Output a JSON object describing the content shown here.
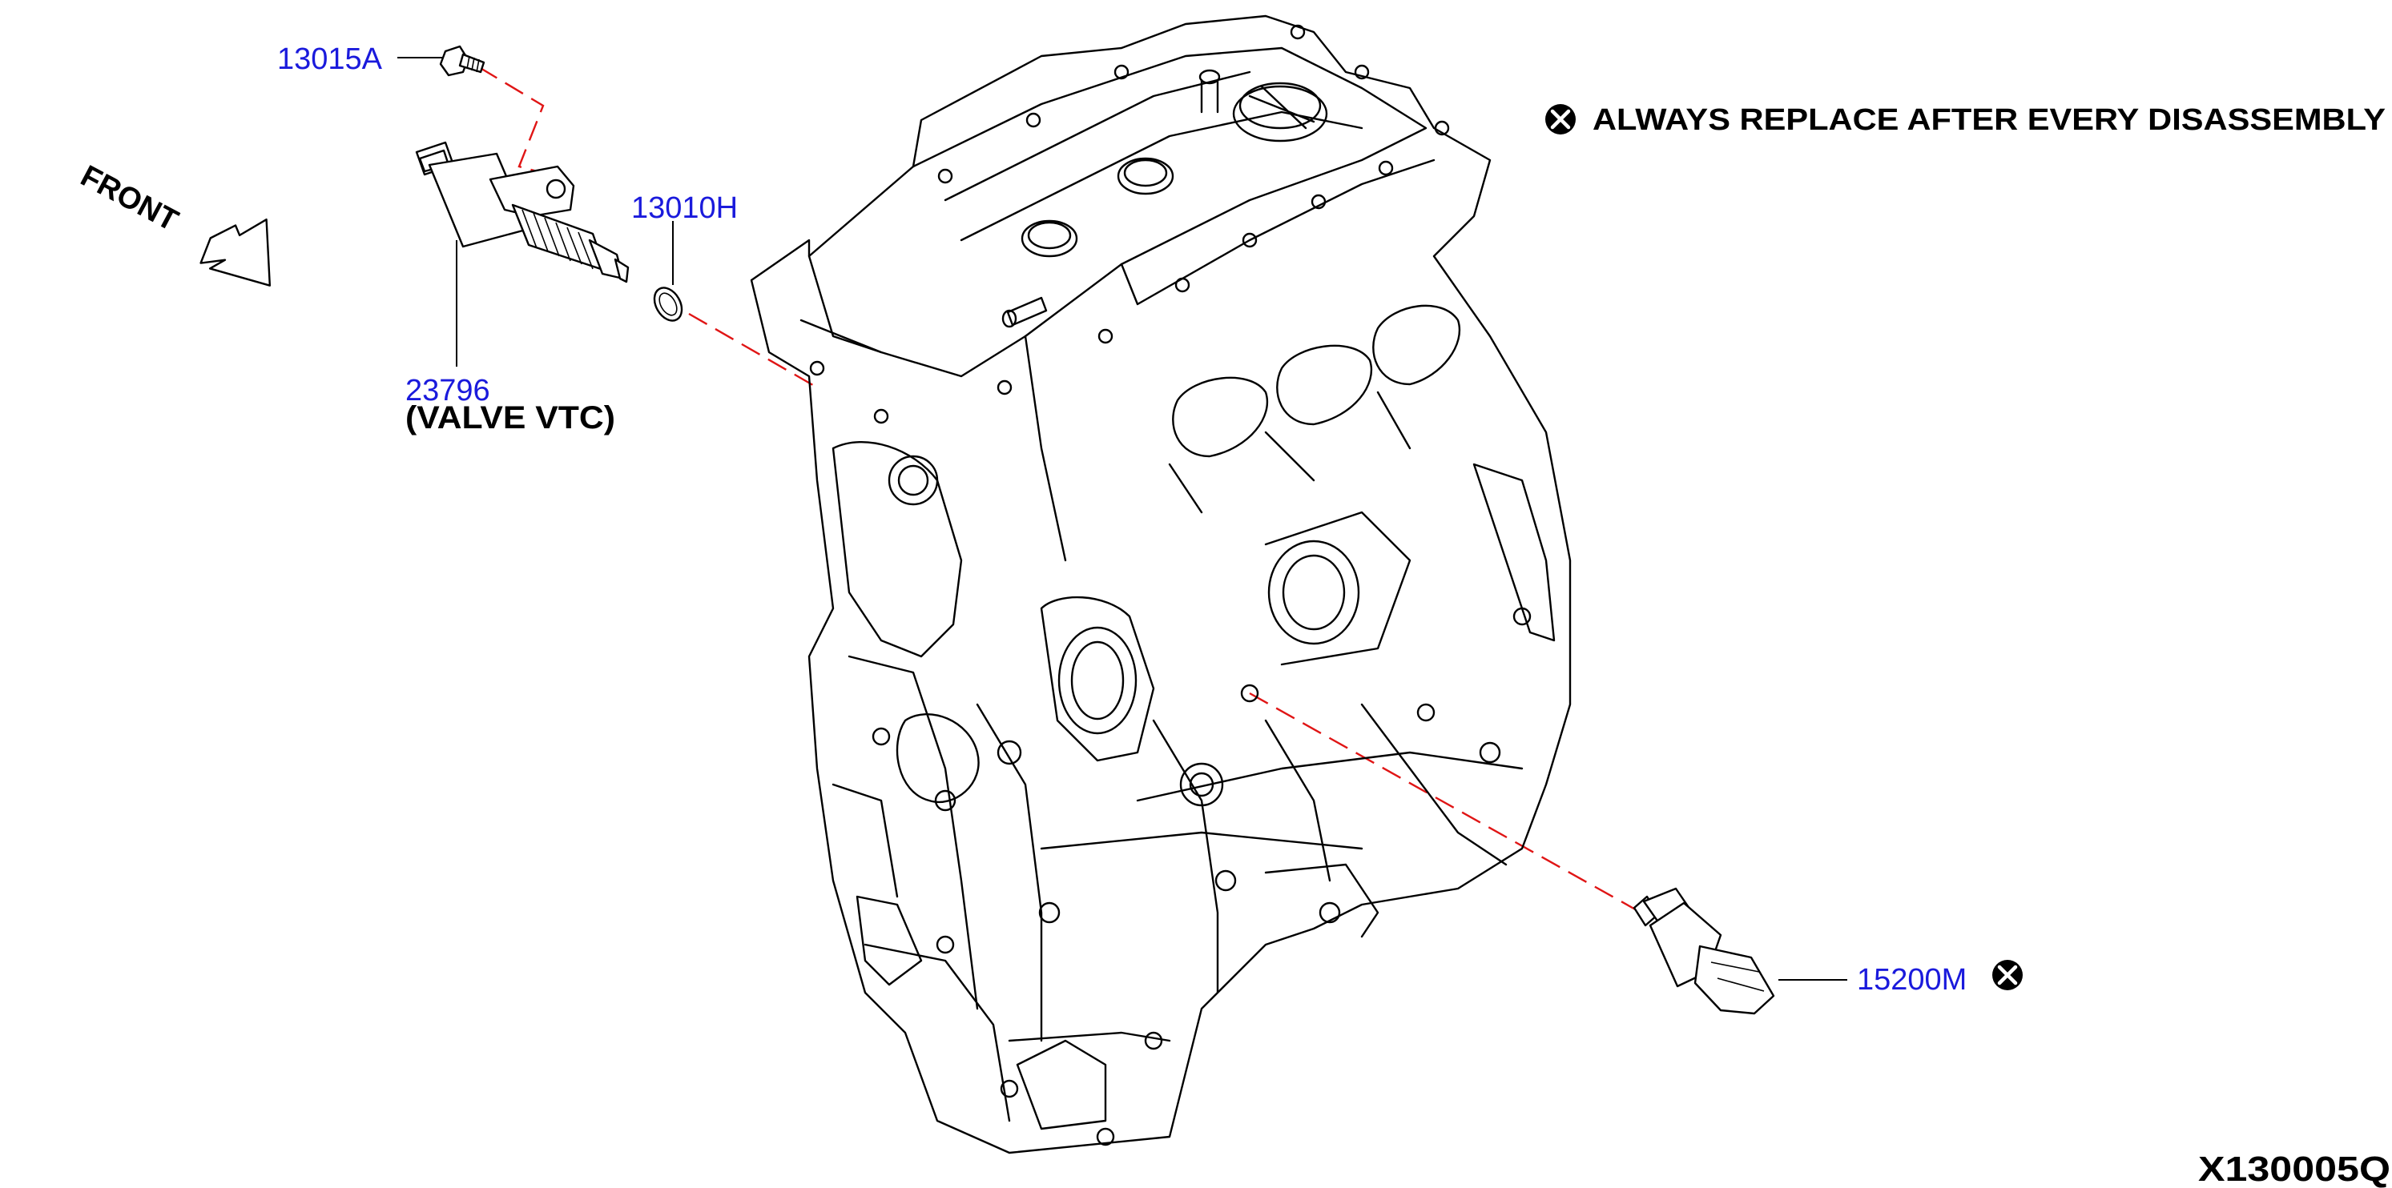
{
  "parts": {
    "bolt": {
      "number": "13015A"
    },
    "oring": {
      "number": "13010H"
    },
    "valve": {
      "number": "23796",
      "description": "(VALVE VTC)"
    },
    "sensor": {
      "number": "15200M"
    }
  },
  "note": {
    "text": "ALWAYS REPLACE AFTER EVERY DISASSEMBLY"
  },
  "front_label": "FRONT",
  "diagram_code": "X130005Q",
  "colors": {
    "part_number": "#1a1adc",
    "guide_line": "#e01515",
    "ink": "#000000"
  },
  "icons": {
    "replace_marker": "circle-x-icon",
    "direction": "front-arrow-icon"
  }
}
